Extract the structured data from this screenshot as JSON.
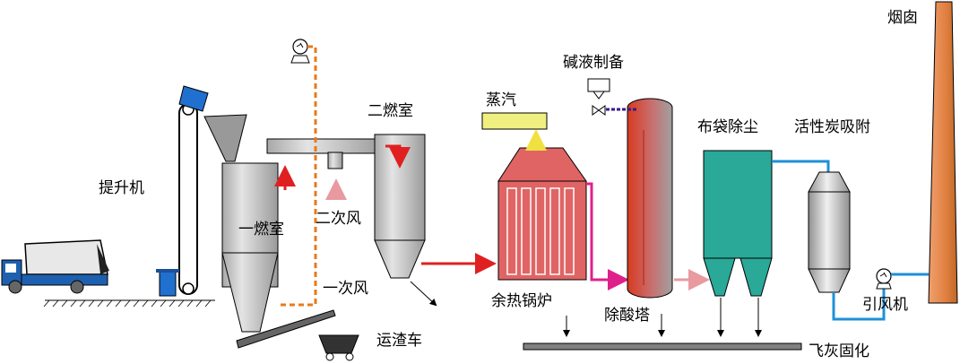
{
  "labels": {
    "hoist": "提升机",
    "primary_chamber": "一燃室",
    "secondary_air": "二次风",
    "primary_air": "一次风",
    "secondary_chamber": "二燃室",
    "slag_cart": "运渣车",
    "steam": "蒸汽",
    "waste_heat_boiler": "余热锅炉",
    "alkali_prep": "碱液制备",
    "deacid_tower": "除酸塔",
    "bag_filter": "布袋除尘",
    "activated_carbon": "活性炭吸附",
    "induced_fan": "引风机",
    "chimney": "烟囱",
    "fly_ash": "飞灰固化"
  },
  "colors": {
    "equipment_gray": "#c8c8c8",
    "boiler_red": "#e06464",
    "filter_teal": "#2aa898",
    "chimney_orange": "#e08040",
    "flow_red": "#e02020",
    "flow_magenta": "#e0208a",
    "flow_pink": "#e89aa0",
    "flow_blue": "#1e90d8",
    "air_orange": "#e87a1a",
    "steam_yellow": "#f0e040",
    "alkali_purple": "#3a1a8a"
  }
}
